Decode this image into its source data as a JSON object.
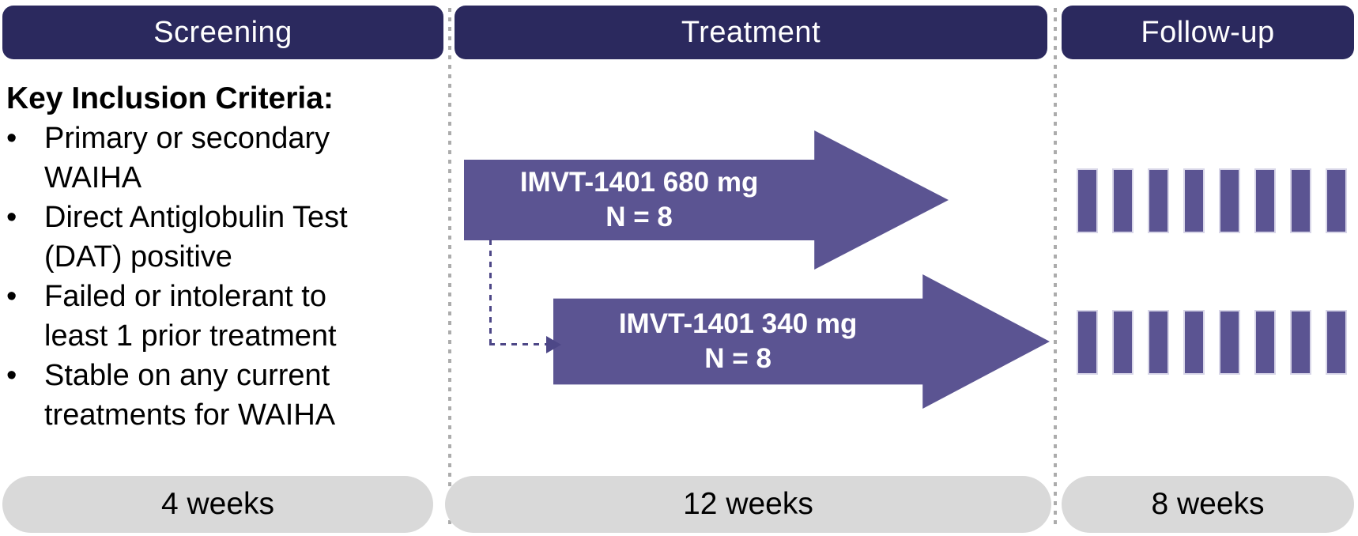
{
  "colors": {
    "header-bg": "#2b295e",
    "purple": "#5b5492",
    "pill": "#d9d9d9",
    "divider": "#acacac",
    "connector": "#4d4787",
    "tick-border": "#d8d6e8"
  },
  "phases": {
    "screening": {
      "label": "Screening",
      "duration": "4 weeks"
    },
    "treatment": {
      "label": "Treatment",
      "duration": "12 weeks"
    },
    "followup": {
      "label": "Follow-up",
      "duration": "8 weeks"
    }
  },
  "criteria": {
    "title": "Key Inclusion Criteria:",
    "bullet_glyph": "•",
    "items": [
      {
        "text": "Primary or secondary\nWAIHA"
      },
      {
        "text": "Direct Antiglobulin Test\n(DAT) positive"
      },
      {
        "text": "Failed or intolerant to\nleast 1 prior treatment"
      },
      {
        "text": "Stable on any current\ntreatments for WAIHA"
      }
    ]
  },
  "treatment_arms": [
    {
      "label": "IMVT-1401 680 mg\nN = 8"
    },
    {
      "label": "IMVT-1401 340 mg\nN = 8"
    }
  ],
  "followup": {
    "rows": [
      {
        "ticks": 8
      },
      {
        "ticks": 8
      }
    ]
  }
}
